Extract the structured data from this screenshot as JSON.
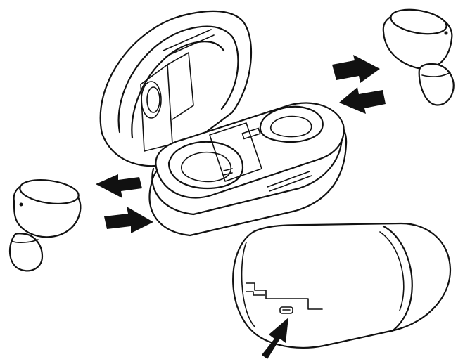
{
  "figure": {
    "description_visible_text": "",
    "components": [
      {
        "id": "earbud-top-right",
        "icon": "earbud-icon"
      },
      {
        "id": "charging-case-open",
        "icon": "charging-case-icon"
      },
      {
        "id": "earbud-left",
        "icon": "earbud-icon"
      },
      {
        "id": "charging-case-closed",
        "icon": "closed-case-icon"
      }
    ],
    "arrows": [
      {
        "id": "arrow-insert-right",
        "direction": "towards-case"
      },
      {
        "id": "arrow-remove-right",
        "direction": "away-from-case"
      },
      {
        "id": "arrow-remove-left",
        "direction": "away-from-case"
      },
      {
        "id": "arrow-insert-left",
        "direction": "towards-case"
      },
      {
        "id": "arrow-usb-port",
        "direction": "towards-port"
      }
    ],
    "colors": {
      "line": "#111111",
      "background": "#ffffff"
    }
  }
}
